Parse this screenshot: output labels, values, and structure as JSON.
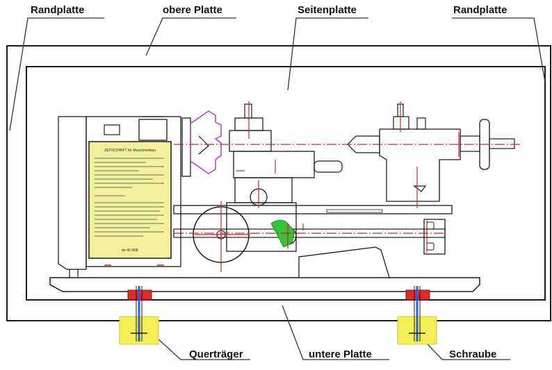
{
  "labels": {
    "randplatte_left": "Randplatte",
    "obere_platte": "obere Platte",
    "seitenplatte": "Seitenplatte",
    "randplatte_right": "Randplatte",
    "quertraeger": "Querträger",
    "untere_platte": "untere Platte",
    "schraube": "Schraube"
  },
  "plate_text": {
    "title": "ZEITSCHRIFT für Maschinenbau",
    "bottom": "de 40 9/08"
  },
  "colors": {
    "outline": "#1a1a1a",
    "centerline": "#d42020",
    "chuck": "#b23cc8",
    "accent_green": "#36c23a",
    "plate_fill": "#f2f09a",
    "support_fill": "#f5ef55",
    "clamp_red": "#e02a2a",
    "bolt_blue": "#2c5fd0"
  }
}
